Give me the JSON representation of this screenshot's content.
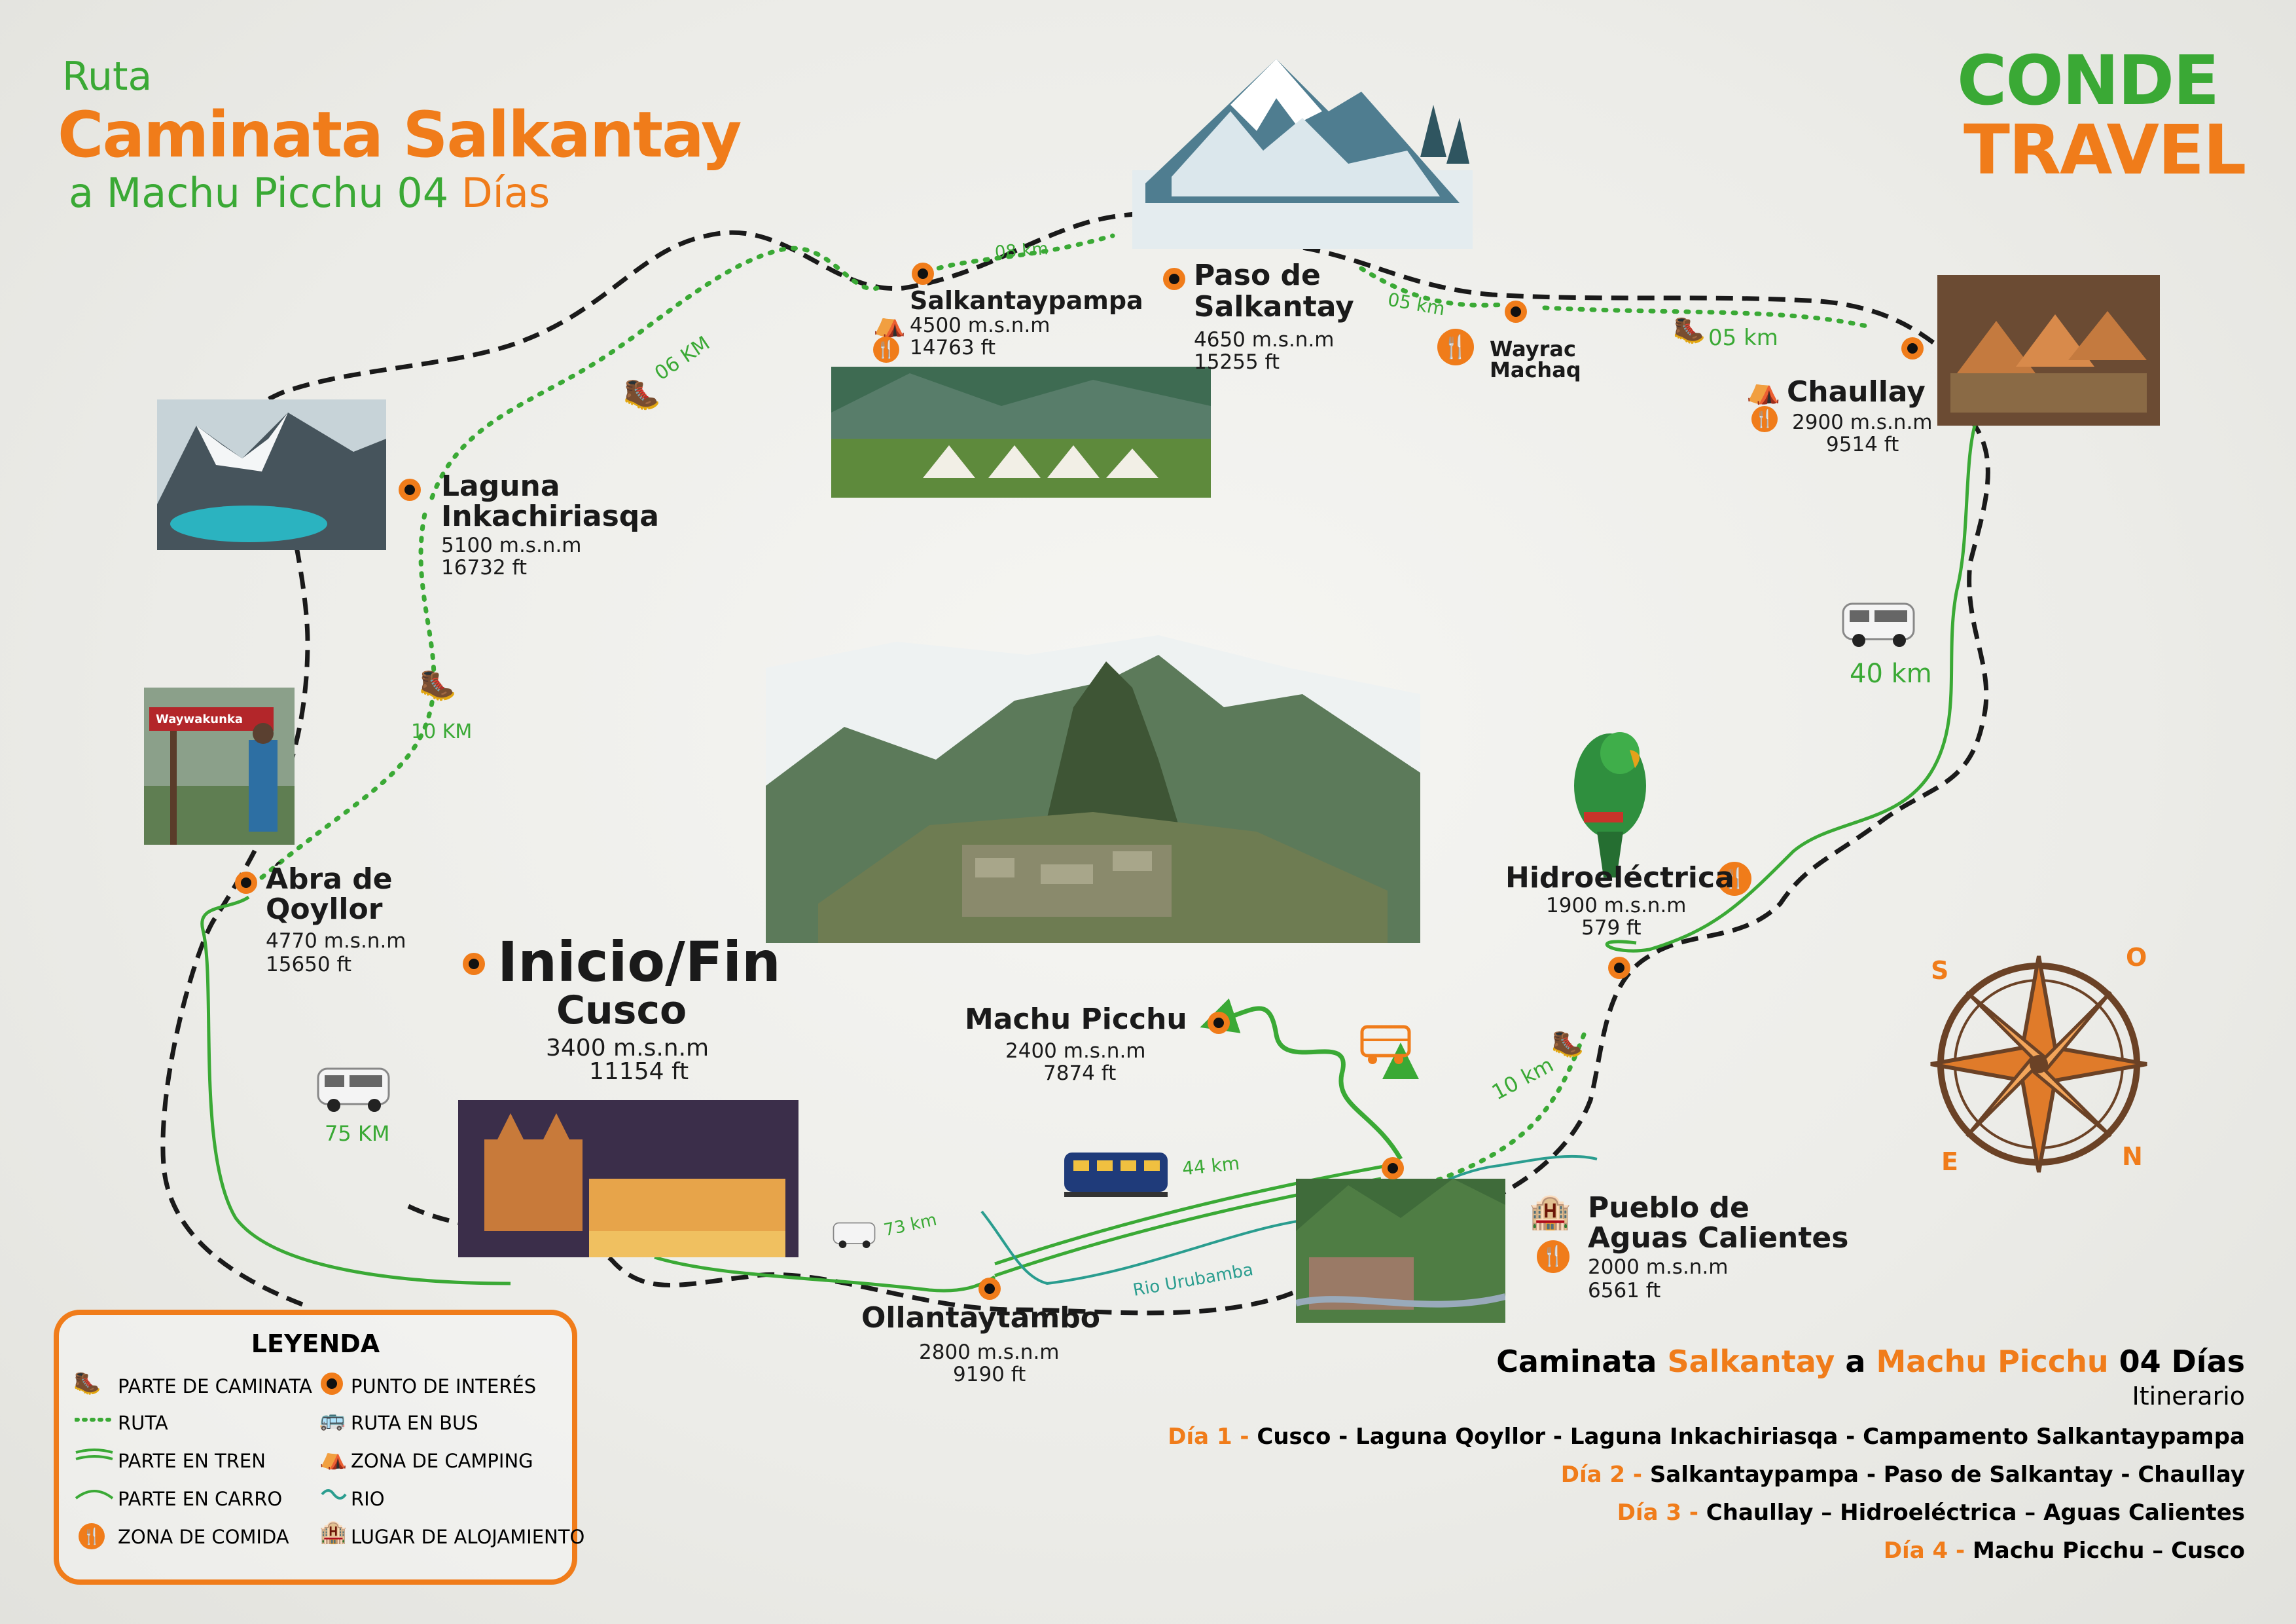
{
  "title": {
    "line1": "Ruta",
    "line2": "Caminata Salkantay",
    "line3a": "a Machu Picchu",
    "line3b": "04",
    "line3c": "Días"
  },
  "logo": {
    "word1": "CONDE",
    "word2": "TRAVEL"
  },
  "colors": {
    "orange": "#f07c1a",
    "green": "#3aa935",
    "route": "#1a1a1a"
  },
  "places": {
    "salkantaypampa": {
      "name": "Salkantaypampa",
      "alt_m": "4500 m.s.n.m",
      "alt_ft": "14763 ft"
    },
    "paso": {
      "name1": "Paso de",
      "name2": "Salkantay",
      "alt_m": "4650 m.s.n.m",
      "alt_ft": "15255 ft"
    },
    "wayrac": {
      "name1": "Wayrac",
      "name2": "Machaq"
    },
    "chaullay": {
      "name": "Chaullay",
      "alt_m": "2900 m.s.n.m",
      "alt_ft": "9514 ft"
    },
    "laguna": {
      "name1": "Laguna",
      "name2": "Inkachiriasqa",
      "alt_m": "5100 m.s.n.m",
      "alt_ft": "16732 ft"
    },
    "abra": {
      "name1": "Ábra de",
      "name2": "Qoyllor",
      "alt_m": "4770 m.s.n.m",
      "alt_ft": "15650 ft"
    },
    "cusco": {
      "name1": "Inicio/Fin",
      "name2": "Cusco",
      "alt_m": "3400 m.s.n.m",
      "alt_ft": "11154 ft"
    },
    "machu": {
      "name": "Machu Picchu",
      "alt_m": "2400 m.s.n.m",
      "alt_ft": "7874 ft"
    },
    "hidro": {
      "name": "Hidroeléctrica",
      "alt_m": "1900 m.s.n.m",
      "alt_ft": "579 ft"
    },
    "aguas": {
      "name1": "Pueblo de",
      "name2": "Aguas Calientes",
      "alt_m": "2000 m.s.n.m",
      "alt_ft": "6561 ft"
    },
    "ollanta": {
      "name": "Ollantaytambo",
      "alt_m": "2800 m.s.n.m",
      "alt_ft": "9190 ft"
    }
  },
  "distances": {
    "d08": "08 km",
    "d05a": "05 km",
    "d05b": "05 km",
    "d06": "06 KM",
    "d10a": "10 KM",
    "d40": "40 km",
    "d75": "75 KM",
    "d10b": "10 km",
    "d44": "44 km",
    "d73": "73 km"
  },
  "river_label": "Rio Urubamba",
  "compass": {
    "s": "S",
    "o": "O",
    "e": "E",
    "n": "N"
  },
  "sign_text": "Waywakunka",
  "legend": {
    "title": "LEYENDA",
    "hike": "PARTE DE CAMINATA",
    "poi": "PUNTO DE INTERÉS",
    "route": "RUTA",
    "bus": "RUTA EN BUS",
    "train": "PARTE EN TREN",
    "camping": "ZONA DE CAMPING",
    "car": "PARTE EN CARRO",
    "river": "RIO",
    "food": "ZONA DE COMIDA",
    "lodging": "LUGAR DE ALOJAMIENTO"
  },
  "itinerary": {
    "t1": "Caminata",
    "t2": "Salkantay",
    "t3": "a",
    "t4": "Machu Picchu",
    "t5": "04 Días",
    "subtitle": "Itinerario",
    "days": [
      {
        "label": "Día 1 -",
        "text": "Cusco - Laguna Qoyllor - Laguna Inkachiriasqa  - Campamento Salkantaypampa"
      },
      {
        "label": "Día 2 -",
        "text": "Salkantaypampa - Paso de Salkantay - Chaullay"
      },
      {
        "label": "Día 3 -",
        "text": "Chaullay – Hidroeléctrica  – Aguas Calientes"
      },
      {
        "label": "Día 4 -",
        "text": " Machu Picchu – Cusco"
      }
    ]
  }
}
